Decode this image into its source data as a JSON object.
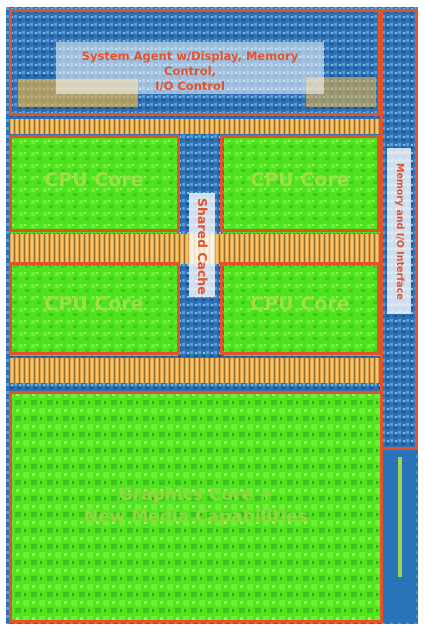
{
  "colors": {
    "outline": "#e2532a",
    "core_green": "#4ce41f",
    "bus_orange": "#e8a84a",
    "silicon_blue": "#2a6fb0"
  },
  "regions": {
    "system_agent": {
      "label_line1": "System Agent w/Display, Memory Control,",
      "label_line2": "I/O Control"
    },
    "cpu_cores": [
      {
        "label": "CPU Core"
      },
      {
        "label": "CPU Core"
      },
      {
        "label": "CPU Core"
      },
      {
        "label": "CPU Core"
      }
    ],
    "shared_cache": {
      "label": "Shared Cache"
    },
    "memory_io": {
      "label": "Memory and I/O Interface"
    },
    "graphics": {
      "label_line1": "Graphics Core +",
      "label_line2": "New Media Capabilities"
    }
  }
}
